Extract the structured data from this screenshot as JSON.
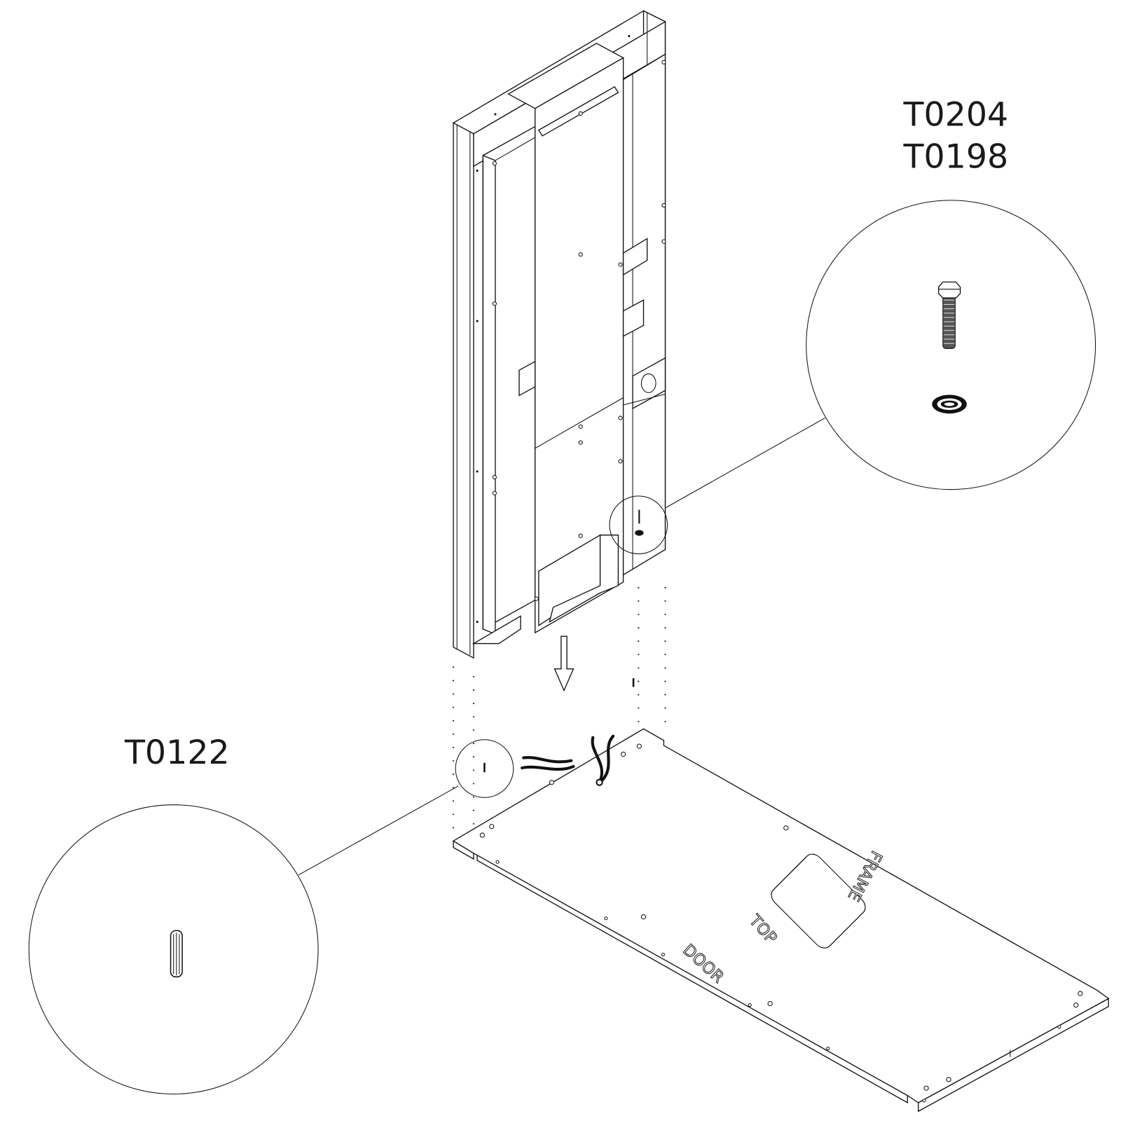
{
  "callouts": {
    "hardware_top": {
      "part_numbers": [
        "T0204",
        "T0198"
      ],
      "items": [
        "hex-bolt",
        "washer"
      ]
    },
    "hardware_left": {
      "part_numbers": [
        "T0122"
      ],
      "items": [
        "dowel-pin"
      ]
    }
  },
  "board": {
    "labels": {
      "frame": "FRAME",
      "top": "TOP",
      "door": "DOOR"
    }
  },
  "colors": {
    "line": "#111111",
    "background": "#ffffff"
  }
}
